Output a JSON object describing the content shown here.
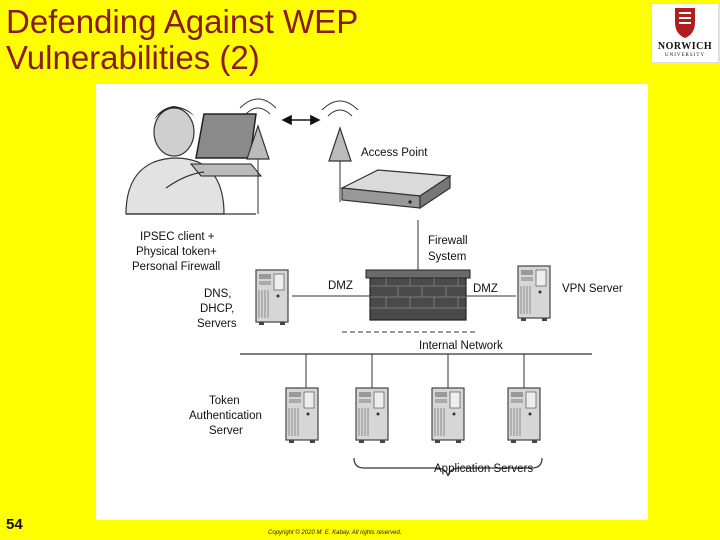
{
  "slide": {
    "title_line1": "Defending Against WEP",
    "title_line2": "Vulnerabilities (2)",
    "number": "54",
    "copyright": "Copyright © 2020 M. E. Kabay.  All rights reserved."
  },
  "logo": {
    "word": "NORWICH",
    "sub": "UNIVERSITY"
  },
  "diagram": {
    "access_point": "Access Point",
    "client_line1": "IPSEC client +",
    "client_line2": "Physical token+",
    "client_line3": "Personal Firewall",
    "firewall_line1": "Firewall",
    "firewall_line2": "System",
    "dmz_left": "DMZ",
    "dmz_right": "DMZ",
    "vpn_server": "VPN Server",
    "dns_line1": "DNS,",
    "dns_line2": "DHCP,",
    "dns_line3": "Servers",
    "internal_network": "Internal Network",
    "token_line1": "Token",
    "token_line2": "Authentication",
    "token_line3": "Server",
    "app_servers": "Application Servers"
  },
  "colors": {
    "background": "#ffff00",
    "title": "#8b1a1a"
  }
}
